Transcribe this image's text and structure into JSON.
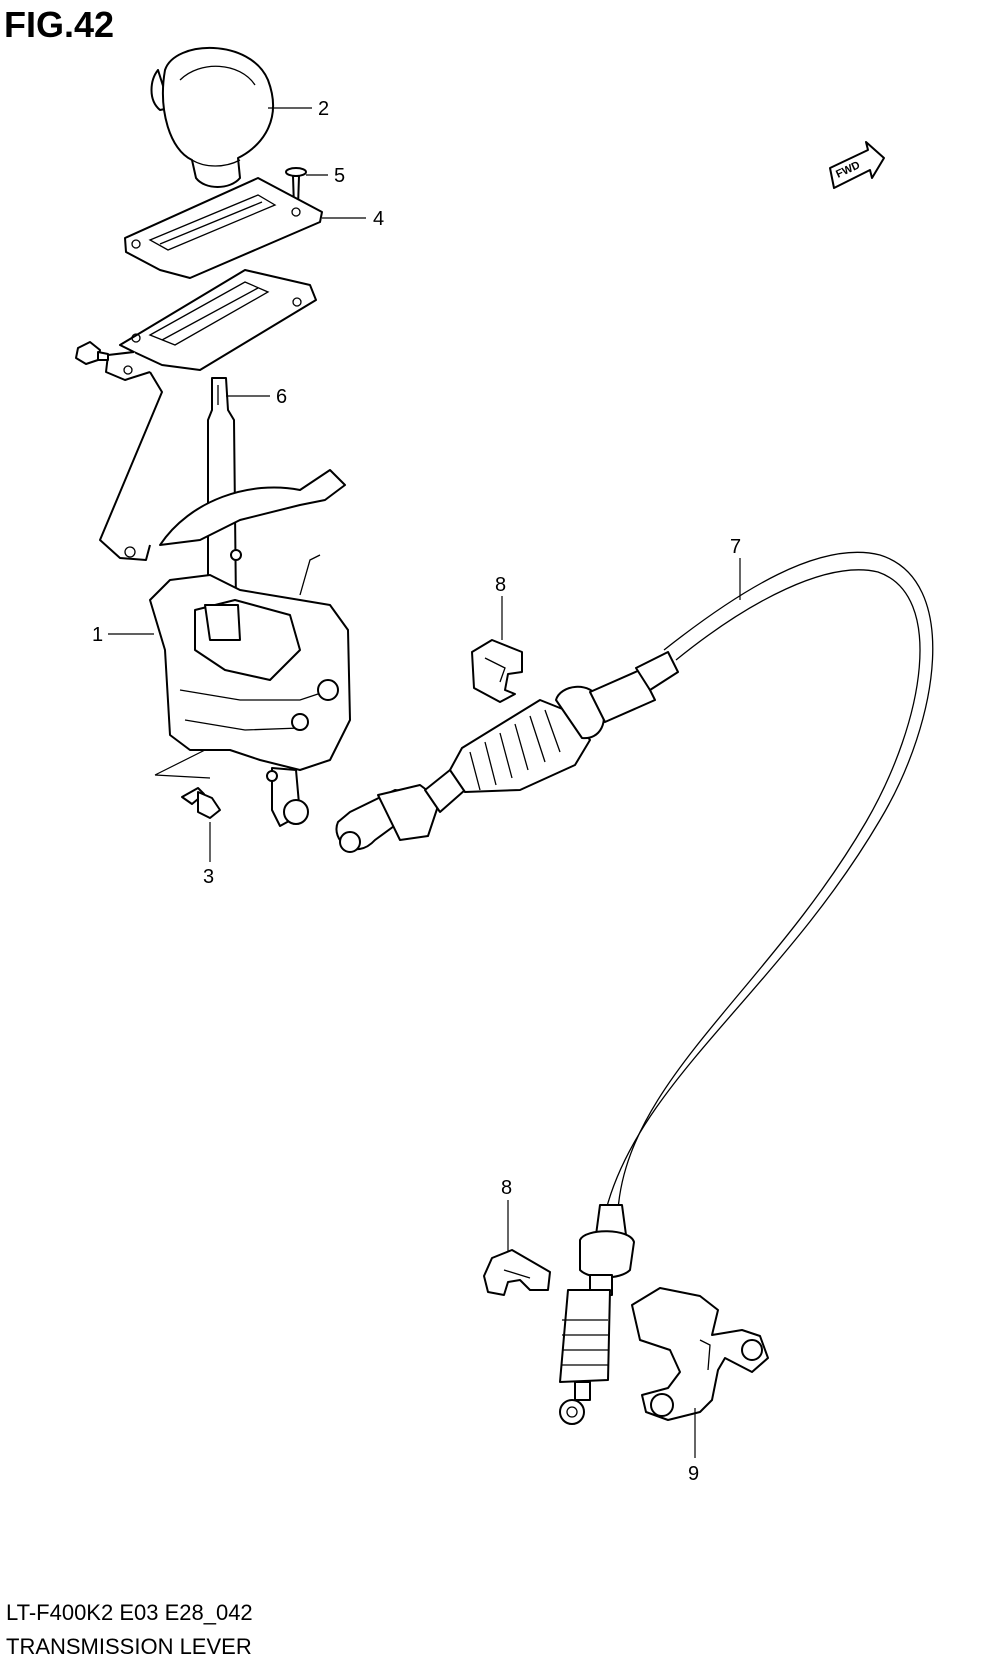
{
  "figure": {
    "title": "FIG.42",
    "code": "LT-F400K2 E03 E28_042",
    "name": "TRANSMISSION LEVER",
    "direction_indicator": "FWD"
  },
  "callouts": [
    "1",
    "2",
    "3",
    "4",
    "5",
    "6",
    "7",
    "8",
    "8",
    "9"
  ]
}
